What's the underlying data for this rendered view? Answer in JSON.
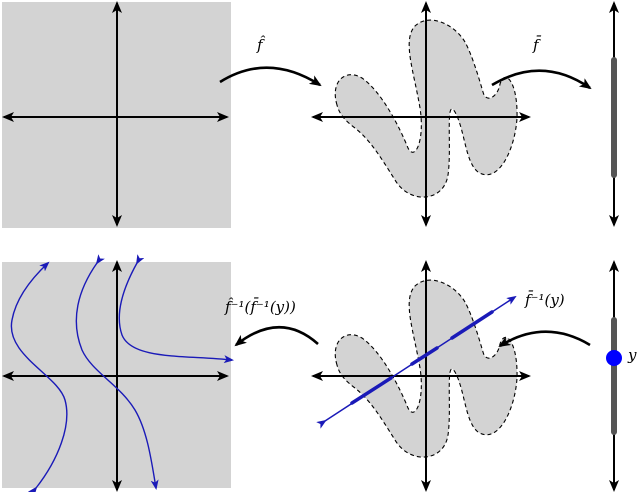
{
  "labels": {
    "f_hat": "f̂",
    "f_bar": "f̄",
    "f_bar_inv": "f̄⁻¹(y)",
    "f_hat_inv_composite": "f̂⁻¹(f̄⁻¹(y))",
    "y": "y"
  },
  "colors": {
    "region_fill": "#d3d3d3",
    "axis": "#000000",
    "preimage_line": "#1a1ab8",
    "point": "#0000ff",
    "segment": "#555555"
  }
}
